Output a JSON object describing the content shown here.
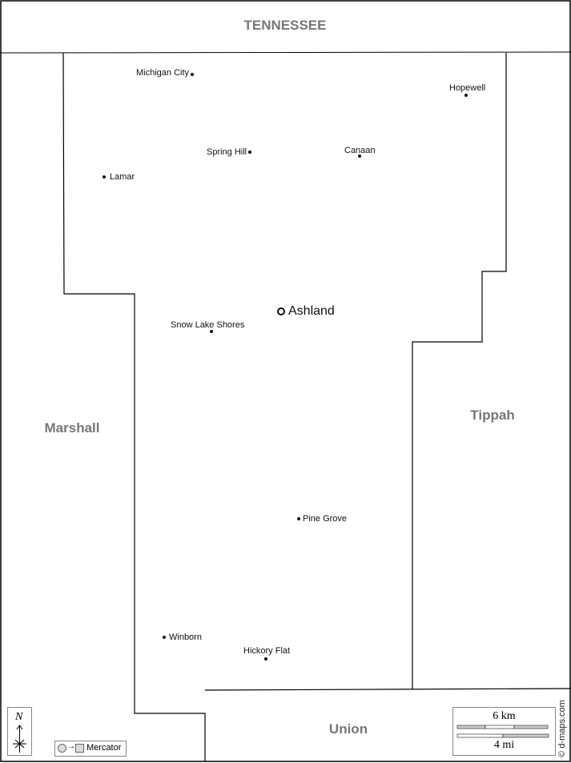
{
  "regions": {
    "north": "TENNESSEE",
    "west": "Marshall",
    "east": "Tippah",
    "south": "Union"
  },
  "county_seat": {
    "name": "Ashland"
  },
  "towns": [
    "Michigan City",
    "Hopewell",
    "Spring Hill",
    "Canaan",
    "Lamar",
    "Snow Lake Shores",
    "Pine Grove",
    "Winborn",
    "Hickory Flat"
  ],
  "legend": {
    "compass": "N",
    "projection": "Mercator",
    "scale_km": "6 km",
    "scale_mi": "4 mi",
    "credit": "© d-maps.com"
  }
}
